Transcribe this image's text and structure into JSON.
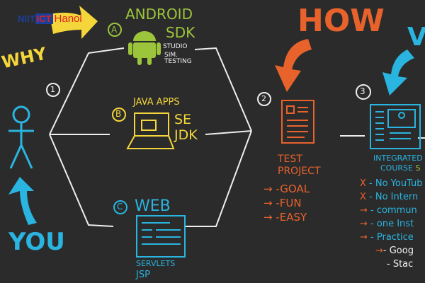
{
  "logo": {
    "text1": "NIIT",
    "text2": "ICT",
    "text3": "Hanoi"
  },
  "left": {
    "why": "WHY",
    "you": "YOU",
    "step1": "1"
  },
  "android": {
    "marker": "A",
    "title": "ANDROID",
    "sdk": "SDK",
    "notes": [
      "STUDIO",
      "SIM.",
      "TESTING"
    ]
  },
  "java": {
    "marker": "B",
    "title": "JAVA APPS",
    "se": "SE",
    "jdk": "JDK"
  },
  "web": {
    "marker": "C",
    "title": "WEB",
    "notes": [
      "SERVLETS",
      "JSP"
    ]
  },
  "how": {
    "title": "HOW",
    "step": "2",
    "label1": "TEST",
    "label2": "PROJECT",
    "items": [
      "-GOAL",
      "-FUN",
      "-EASY"
    ]
  },
  "course": {
    "step": "3",
    "title_partial": "V",
    "label1": "INTEGRATED",
    "label2": "COURSE",
    "label2_suffix": "S",
    "items": [
      {
        "mark": "X",
        "text": "- No YouTub"
      },
      {
        "mark": "X",
        "text": "- No Intern"
      },
      {
        "mark": "→",
        "text": "- commun"
      },
      {
        "mark": "→",
        "text": "- one Inst"
      },
      {
        "mark": "→",
        "text": "- Practice"
      }
    ],
    "subitems": [
      "- Goog",
      "- Stac"
    ]
  },
  "colors": {
    "background": "#2b2b2b",
    "yellow": "#f5d63a",
    "green": "#9cc53c",
    "orange": "#e8622c",
    "blue": "#2ab4e0",
    "white": "#f2f2f2"
  }
}
